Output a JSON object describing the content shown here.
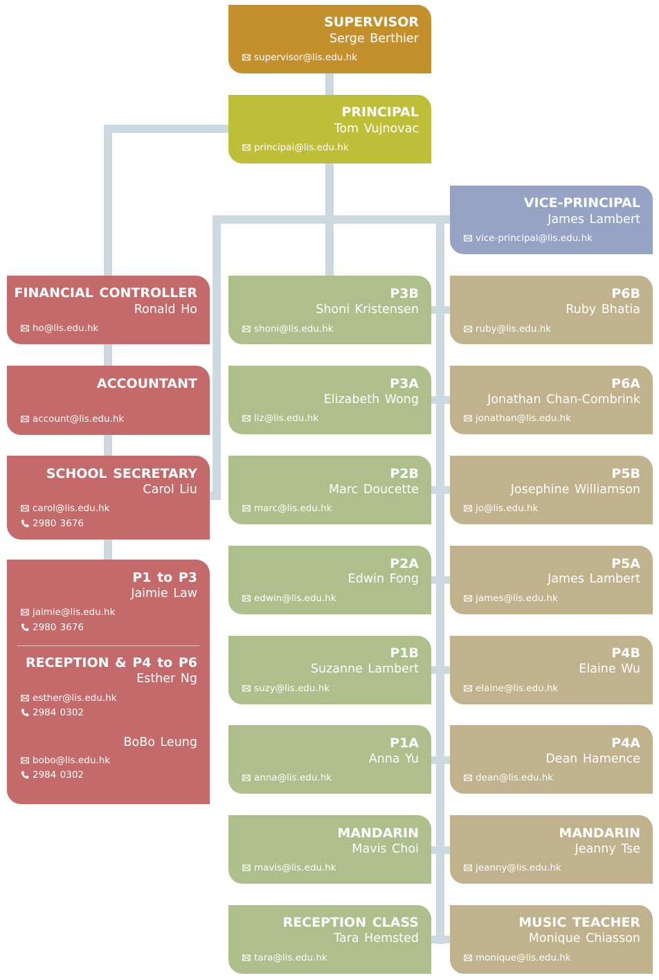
{
  "colors": {
    "supervisor": "#c4902c",
    "principal": "#bfbe39",
    "vice_principal": "#97a3c5",
    "admin": "#c46a6b",
    "green": "#afbf8c",
    "tan": "#c0b28c",
    "connector": "#cbd8df"
  },
  "nodes": {
    "supervisor": {
      "title": "SUPERVISOR",
      "name": "Serge  Berthier",
      "email": "supervisor@lis.edu.hk"
    },
    "principal": {
      "title": "PRINCIPAL",
      "name": "Tom  Vujnovac",
      "email": "principal@lis.edu.hk"
    },
    "vice_principal": {
      "title": "VICE-PRINCIPAL",
      "name": "James  Lambert",
      "email": "vice-principal@lis.edu.hk"
    },
    "financial_controller": {
      "title": "FINANCIAL  CONTROLLER",
      "name": "Ronald  Ho",
      "email": "ho@lis.edu.hk"
    },
    "accountant": {
      "title": "ACCOUNTANT",
      "email": "account@lis.edu.hk"
    },
    "school_secretary": {
      "title": "SCHOOL  SECRETARY",
      "name": "Carol  Liu",
      "email": "carol@lis.edu.hk",
      "phone": "2980  3676"
    },
    "p1_to_p3": {
      "title": "P1  to  P3",
      "name": "Jaimie  Law",
      "email": "jaimie@lis.edu.hk",
      "phone": "2980  3676"
    },
    "reception_p4_p6": {
      "title": "RECEPTION  &  P4  to  P6",
      "name": "Esther  Ng",
      "email": "esther@lis.edu.hk",
      "phone": "2984  0302"
    },
    "bobo": {
      "name": "BoBo  Leung",
      "email": "bobo@lis.edu.hk",
      "phone": "2984  0302"
    },
    "p3b": {
      "title": "P3B",
      "name": "Shoni  Kristensen",
      "email": "shoni@lis.edu.hk"
    },
    "p3a": {
      "title": "P3A",
      "name": "Elizabeth  Wong",
      "email": "liz@lis.edu.hk"
    },
    "p2b": {
      "title": "P2B",
      "name": "Marc  Doucette",
      "email": "marc@lis.edu.hk"
    },
    "p2a": {
      "title": "P2A",
      "name": "Edwin  Fong",
      "email": "edwin@lis.edu.hk"
    },
    "p1b": {
      "title": "P1B",
      "name": "Suzanne  Lambert",
      "email": "suzy@lis.edu.hk"
    },
    "p1a": {
      "title": "P1A",
      "name": "Anna  Yu",
      "email": "anna@lis.edu.hk"
    },
    "mandarin_1": {
      "title": "MANDARIN",
      "name": "Mavis  Choi",
      "email": "mavis@lis.edu.hk"
    },
    "reception_class": {
      "title": "RECEPTION  CLASS",
      "name": "Tara  Hemsted",
      "email": "tara@lis.edu.hk"
    },
    "p6b": {
      "title": "P6B",
      "name": "Ruby  Bhatia",
      "email": "ruby@lis.edu.hk"
    },
    "p6a": {
      "title": "P6A",
      "name": "Jonathan  Chan-Combrink",
      "email": "jonathan@lis.edu.hk"
    },
    "p5b": {
      "title": "P5B",
      "name": "Josephine  Williamson",
      "email": "jo@lis.edu.hk"
    },
    "p5a": {
      "title": "P5A",
      "name": "James  Lambert",
      "email": "james@lis.edu.hk"
    },
    "p4b": {
      "title": "P4B",
      "name": "Elaine  Wu",
      "email": "elaine@lis.edu.hk"
    },
    "p4a": {
      "title": "P4A",
      "name": "Dean  Hamence",
      "email": "dean@lis.edu.hk"
    },
    "mandarin_2": {
      "title": "MANDARIN",
      "name": "Jeanny  Tse",
      "email": "jeanny@lis.edu.hk"
    },
    "music_teacher": {
      "title": "MUSIC  TEACHER",
      "name": "Monique  Chiasson",
      "email": "monique@lis.edu.hk"
    }
  },
  "icons": {
    "email": "envelope-icon",
    "phone": "phone-icon"
  }
}
